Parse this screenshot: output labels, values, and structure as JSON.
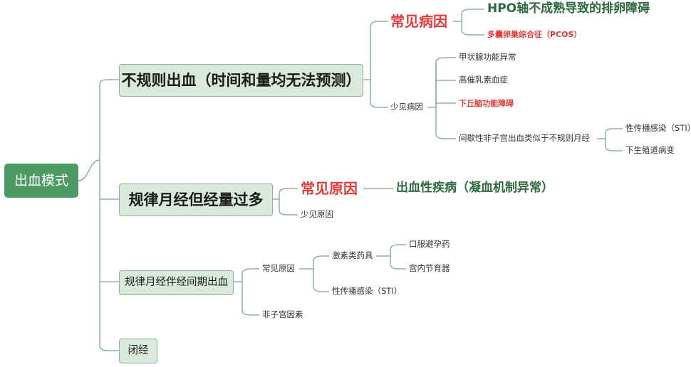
{
  "root": "出血模式",
  "irregular": {
    "label": "不规则出血（时间和量均无法预测）",
    "common": {
      "label": "常见病因",
      "items": [
        "HPO轴不成熟导致的排卵障碍",
        "多囊卵巢综合征（PCOS）"
      ]
    },
    "rare": {
      "label": "少见病因",
      "items": [
        "甲状腺功能异常",
        "高催乳素血症",
        "下丘脑功能障碍",
        "间歇性非子宫出血类似于不规则月经"
      ],
      "sub": [
        "性传播感染（STI）",
        "下生殖道病变"
      ]
    }
  },
  "heavy": {
    "label": "规律月经但经量过多",
    "common": {
      "label": "常见原因",
      "item": "出血性疾病（凝血机制异常）"
    },
    "rare": "少见原因"
  },
  "intermenstrual": {
    "label": "规律月经伴经间期出血",
    "common": "常见原因",
    "hormone": {
      "label": "激素类药具",
      "items": [
        "口服避孕药",
        "宫内节育器"
      ]
    },
    "sti": "性传播感染（STI）",
    "nonuterine": "非子宫因素"
  },
  "amenorrhea": "闭经",
  "colors": {
    "root": "#4e9a63",
    "box": "#d9eadd",
    "border": "#8fb39b",
    "line": "#7aa889",
    "red": "#e03b3b",
    "green": "#2e6a3e"
  }
}
